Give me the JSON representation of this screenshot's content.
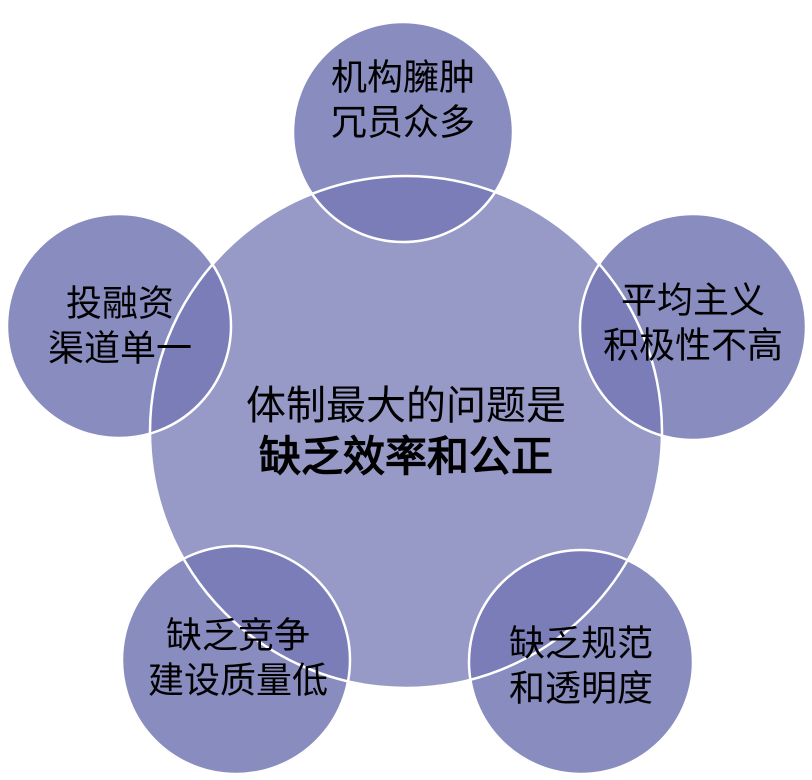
{
  "diagram": {
    "center": {
      "line1": "体制最大的问题是",
      "line2": "缺乏效率和公正"
    },
    "satellites": [
      {
        "id": "top",
        "line1": "机构臃肿",
        "line2": "冗员众多"
      },
      {
        "id": "left",
        "line1": "投融资",
        "line2": "渠道单一"
      },
      {
        "id": "right",
        "line1": "平均主义",
        "line2": "积极性不高"
      },
      {
        "id": "bottom-left",
        "line1": "缺乏竞争",
        "line2": "建设质量低"
      },
      {
        "id": "bottom-right",
        "line1": "缺乏规范",
        "line2": "和透明度"
      }
    ],
    "colors": {
      "central_fill": "rgba(116,120,180,0.75)",
      "satellite_fill": "rgba(116,120,180,0.85)",
      "outline_stroke": "#ffffff",
      "text": "#000000"
    }
  }
}
